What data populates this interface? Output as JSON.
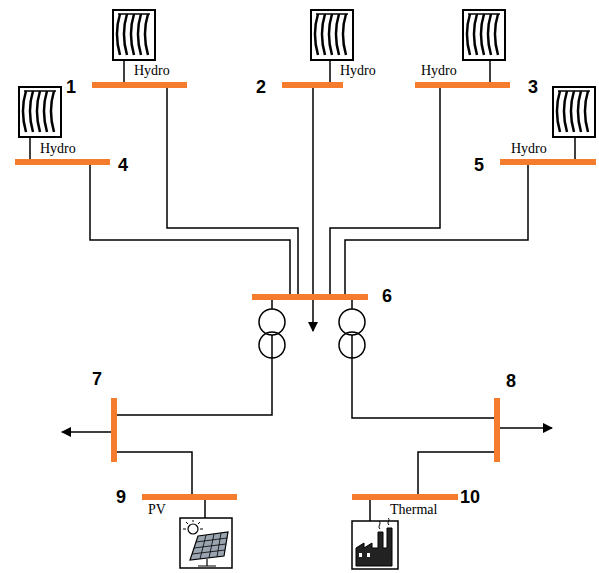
{
  "diagram": {
    "nodes": [
      {
        "text": [
          "1",
          "Hydro"
        ]
      },
      {
        "text": [
          "2",
          "Hydro"
        ]
      },
      {
        "text": [
          "3",
          "Hydro"
        ]
      },
      {
        "text": [
          "4",
          "Hydro"
        ]
      },
      {
        "text": [
          "5",
          "Hydro"
        ]
      },
      {
        "text": [
          "6"
        ]
      },
      {
        "text": [
          "7"
        ]
      },
      {
        "text": [
          "8"
        ]
      },
      {
        "text": [
          "9",
          "PV"
        ]
      },
      {
        "text": [
          "10",
          "Thermal"
        ]
      }
    ],
    "edges": [
      {
        "from": 0,
        "to": 5,
        "arrow": "none"
      },
      {
        "from": 1,
        "to": 5,
        "arrow": "none"
      },
      {
        "from": 2,
        "to": 5,
        "arrow": "none"
      },
      {
        "from": 3,
        "to": 5,
        "arrow": "none"
      },
      {
        "from": 4,
        "to": 5,
        "arrow": "none"
      },
      {
        "from": 5,
        "to": 6,
        "arrow": "none"
      },
      {
        "from": 5,
        "to": 7,
        "arrow": "none"
      },
      {
        "from": 6,
        "to": 8,
        "arrow": "none"
      },
      {
        "from": 7,
        "to": 9,
        "arrow": "none"
      }
    ]
  }
}
